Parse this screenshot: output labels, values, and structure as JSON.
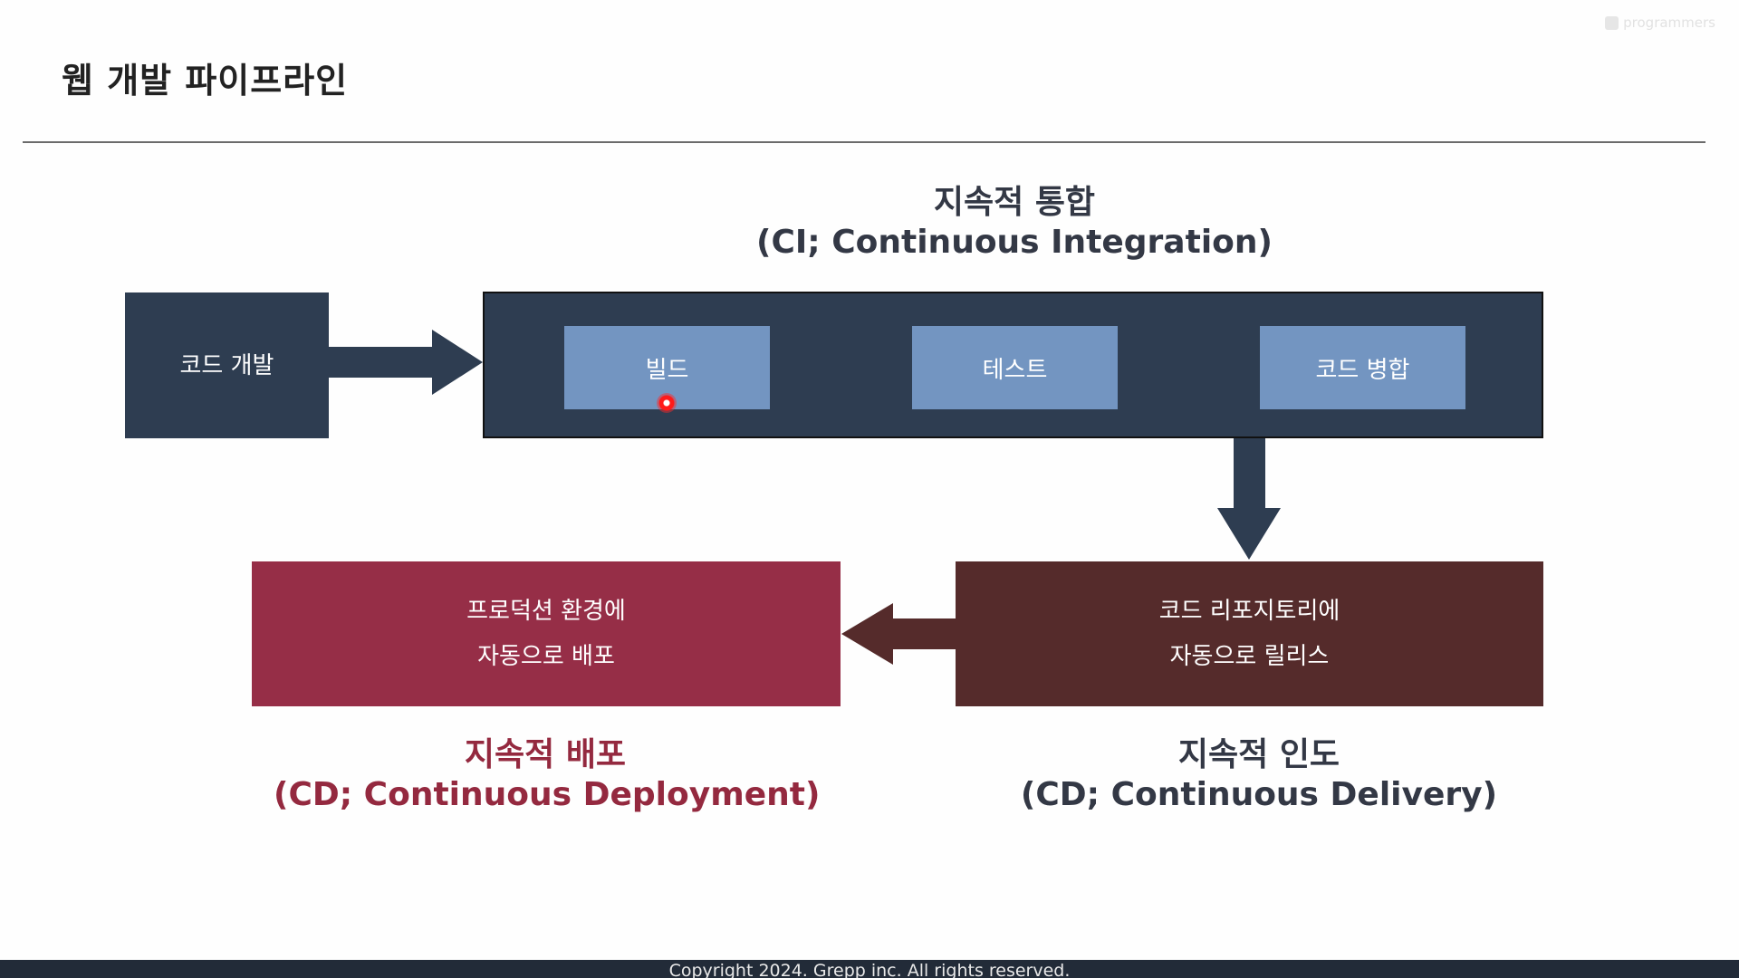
{
  "slide": {
    "title": "웹 개발 파이프라인",
    "watermark": "programmers"
  },
  "ci": {
    "title_ko": "지속적 통합",
    "title_en": "(CI; Continuous Integration)",
    "stages": [
      "빌드",
      "테스트",
      "코드 병합"
    ]
  },
  "code_dev": {
    "label": "코드 개발"
  },
  "delivery": {
    "box_line1": "코드 리포지토리에",
    "box_line2": "자동으로 릴리스",
    "title_ko": "지속적 인도",
    "title_en": "(CD; Continuous Delivery)"
  },
  "deployment": {
    "box_line1": "프로덕션 환경에",
    "box_line2": "자동으로 배포",
    "title_ko": "지속적 배포",
    "title_en": "(CD; Continuous Deployment)"
  },
  "footer": {
    "copyright": "Copyright 2024. Grepp inc. All rights reserved."
  },
  "colors": {
    "navy": "#2e3d51",
    "stage_blue": "#7395c1",
    "deploy_red": "#962e47",
    "release_brown": "#552b2b",
    "accent_red_text": "#94293f"
  }
}
